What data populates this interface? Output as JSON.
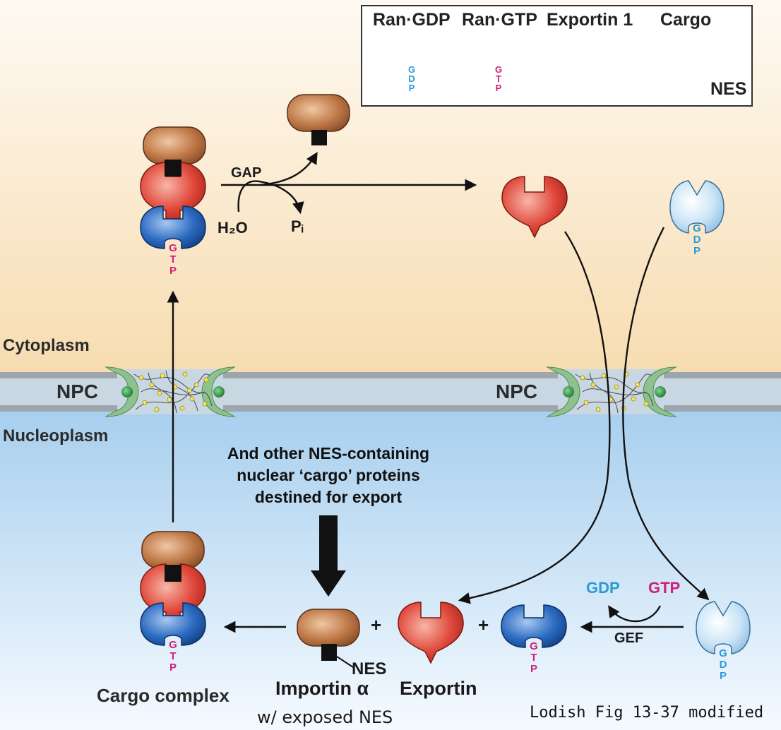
{
  "legend": {
    "ran_gdp": "Ran·GDP",
    "ran_gtp": "Ran·GTP",
    "exportin1": "Exportin 1",
    "cargo": "Cargo",
    "nes": "NES"
  },
  "nucleotide": {
    "gdp": [
      "G",
      "D",
      "P"
    ],
    "gtp": [
      "G",
      "T",
      "P"
    ]
  },
  "compartments": {
    "cytoplasm": "Cytoplasm",
    "nucleoplasm": "Nucleoplasm",
    "npc_left": "NPC",
    "npc_right": "NPC"
  },
  "reactions": {
    "gap": "GAP",
    "water": "H₂O",
    "phosphate": "Pᵢ",
    "gef": "GEF",
    "gdp": "GDP",
    "gtp": "GTP",
    "plus": "+"
  },
  "labels": {
    "cargo_complex": "Cargo complex",
    "importin_alpha": "Importin α",
    "exposed_nes": "w/ exposed NES",
    "exportin": "Exportin",
    "nes": "NES"
  },
  "note": {
    "line1": "And other NES-containing",
    "line2": "nuclear ‘cargo’ proteins",
    "line3": "destined for export"
  },
  "credit": "Lodish Fig 13-37 modified",
  "colors": {
    "cytoplasm_top": "#fdf6ea",
    "cytoplasm_bottom": "#f7ddb3",
    "nucleus_top": "#a9d1ef",
    "nucleus_bottom": "#f4f9fe",
    "membrane": "#9ea6ad",
    "cargo": "#b7693d",
    "exportin": "#d63a2a",
    "ran_gtp": "#1f5fb5",
    "ran_gdp": "#b9dbf3",
    "nes_tag": "#111111"
  }
}
